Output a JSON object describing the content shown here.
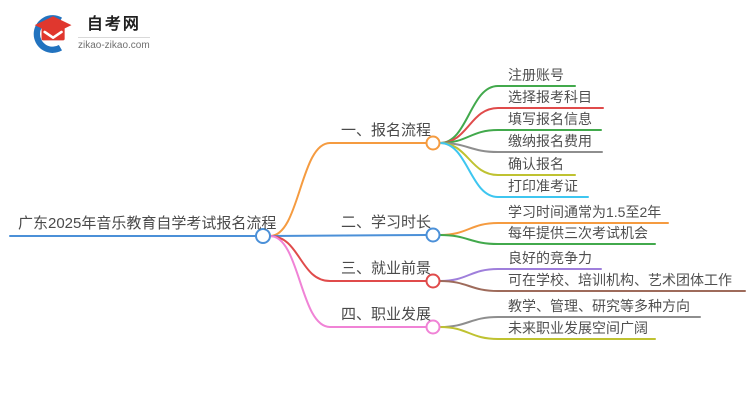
{
  "site": {
    "name": "自考网",
    "domain": "zikao-zikao.com",
    "logo_colors": {
      "crescent_blue": "#2273BF",
      "cap_red": "#E0372E"
    }
  },
  "mindmap": {
    "root": {
      "label": "广东2025年音乐教育自学考试报名流程",
      "color": "#4B90D8"
    },
    "branches": [
      {
        "label": "一、报名流程",
        "color": "#F59B40",
        "children": [
          {
            "label": "注册账号",
            "color": "#42A94C"
          },
          {
            "label": "选择报考科目",
            "color": "#E04B4B"
          },
          {
            "label": "填写报名信息",
            "color": "#42A94C"
          },
          {
            "label": "缴纳报名费用",
            "color": "#8E8E8E"
          },
          {
            "label": "确认报名",
            "color": "#BFC231"
          },
          {
            "label": "打印准考证",
            "color": "#3EC6F0"
          }
        ]
      },
      {
        "label": "二、学习时长",
        "color": "#4B90D8",
        "children": [
          {
            "label": "学习时间通常为1.5至2年",
            "color": "#F59B40"
          },
          {
            "label": "每年提供三次考试机会",
            "color": "#42A94C"
          }
        ]
      },
      {
        "label": "三、就业前景",
        "color": "#E04B4B",
        "children": [
          {
            "label": "良好的竞争力",
            "color": "#9F7FDB"
          },
          {
            "label": "可在学校、培训机构、艺术团体工作",
            "color": "#9E6B5B"
          }
        ]
      },
      {
        "label": "四、职业发展",
        "color": "#F083D6",
        "children": [
          {
            "label": "教学、管理、研究等多种方向",
            "color": "#8E8E8E"
          },
          {
            "label": "未来职业发展空间广阔",
            "color": "#BFC231"
          }
        ]
      }
    ],
    "text_color": "#4f4f4f"
  }
}
